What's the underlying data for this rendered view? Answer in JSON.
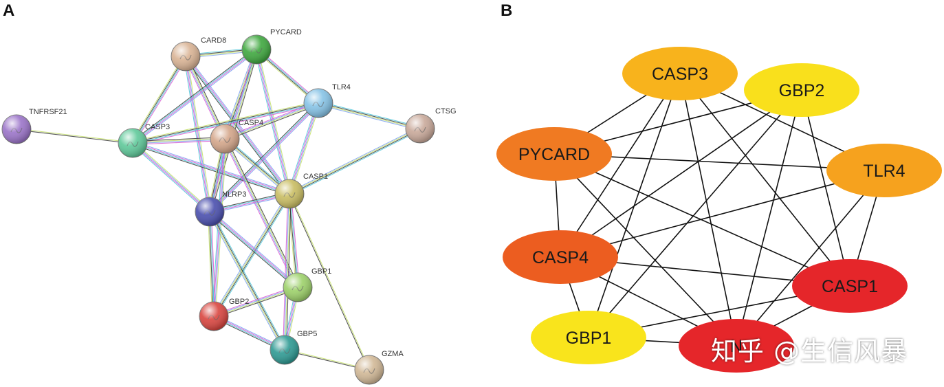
{
  "panels": {
    "a_label": "A",
    "b_label": "B"
  },
  "network_a": {
    "nodes": [
      {
        "id": "TNFRSF21",
        "color": "#9b74c9"
      },
      {
        "id": "CARD8",
        "color": "#d9b394"
      },
      {
        "id": "PYCARD",
        "color": "#3fa83f"
      },
      {
        "id": "TLR4",
        "color": "#86c3e6"
      },
      {
        "id": "CTSG",
        "color": "#c9a99a"
      },
      {
        "id": "CASP3",
        "color": "#5fc99a"
      },
      {
        "id": "CASP4",
        "color": "#d4a68a"
      },
      {
        "id": "CASP1",
        "color": "#c9bd62"
      },
      {
        "id": "NLRP3",
        "color": "#4a4fae"
      },
      {
        "id": "GBP1",
        "color": "#9dd16a"
      },
      {
        "id": "GBP2",
        "color": "#d9453f"
      },
      {
        "id": "GBP5",
        "color": "#2e9a93"
      },
      {
        "id": "GZMA",
        "color": "#d1b896"
      }
    ],
    "edges": [
      [
        "TNFRSF21",
        "CASP3"
      ],
      [
        "CARD8",
        "PYCARD"
      ],
      [
        "CARD8",
        "CASP4"
      ],
      [
        "CARD8",
        "NLRP3"
      ],
      [
        "CARD8",
        "CASP1"
      ],
      [
        "CARD8",
        "CASP3"
      ],
      [
        "PYCARD",
        "CASP4"
      ],
      [
        "PYCARD",
        "NLRP3"
      ],
      [
        "PYCARD",
        "CASP1"
      ],
      [
        "PYCARD",
        "CASP3"
      ],
      [
        "PYCARD",
        "TLR4"
      ],
      [
        "TLR4",
        "CTSG"
      ],
      [
        "TLR4",
        "CASP4"
      ],
      [
        "TLR4",
        "CASP1"
      ],
      [
        "TLR4",
        "NLRP3"
      ],
      [
        "TLR4",
        "CASP3"
      ],
      [
        "CTSG",
        "CASP1"
      ],
      [
        "CASP3",
        "CASP4"
      ],
      [
        "CASP3",
        "NLRP3"
      ],
      [
        "CASP3",
        "CASP1"
      ],
      [
        "CASP4",
        "NLRP3"
      ],
      [
        "CASP4",
        "CASP1"
      ],
      [
        "CASP4",
        "GBP1"
      ],
      [
        "CASP4",
        "GBP2"
      ],
      [
        "CASP1",
        "NLRP3"
      ],
      [
        "CASP1",
        "GBP1"
      ],
      [
        "CASP1",
        "GBP2"
      ],
      [
        "CASP1",
        "GBP5"
      ],
      [
        "CASP1",
        "GZMA"
      ],
      [
        "NLRP3",
        "GBP1"
      ],
      [
        "NLRP3",
        "GBP2"
      ],
      [
        "NLRP3",
        "GBP5"
      ],
      [
        "GBP1",
        "GBP2"
      ],
      [
        "GBP1",
        "GBP5"
      ],
      [
        "GBP2",
        "GBP5"
      ],
      [
        "GBP5",
        "GZMA"
      ]
    ]
  },
  "network_b": {
    "nodes": [
      {
        "id": "CASP3",
        "label": "CASP3",
        "color": "#f8b31c"
      },
      {
        "id": "GBP2",
        "label": "GBP2",
        "color": "#f9e01c"
      },
      {
        "id": "PYCARD",
        "label": "PYCARD",
        "color": "#f07a22"
      },
      {
        "id": "TLR4",
        "label": "TLR4",
        "color": "#f6a21e"
      },
      {
        "id": "CASP4",
        "label": "CASP4",
        "color": "#ec5d20"
      },
      {
        "id": "CASP1",
        "label": "CASP1",
        "color": "#e5262a"
      },
      {
        "id": "GBP1",
        "label": "GBP1",
        "color": "#f9e41c"
      },
      {
        "id": "NLRP3",
        "label": "N",
        "color": "#e5262a"
      }
    ],
    "edges": [
      [
        "CASP3",
        "PYCARD"
      ],
      [
        "CASP3",
        "TLR4"
      ],
      [
        "CASP3",
        "CASP4"
      ],
      [
        "CASP3",
        "CASP1"
      ],
      [
        "CASP3",
        "GBP1"
      ],
      [
        "CASP3",
        "NLRP3"
      ],
      [
        "GBP2",
        "CASP4"
      ],
      [
        "GBP2",
        "PYCARD"
      ],
      [
        "GBP2",
        "GBP1"
      ],
      [
        "GBP2",
        "CASP1"
      ],
      [
        "GBP2",
        "NLRP3"
      ],
      [
        "PYCARD",
        "TLR4"
      ],
      [
        "PYCARD",
        "CASP4"
      ],
      [
        "PYCARD",
        "CASP1"
      ],
      [
        "PYCARD",
        "NLRP3"
      ],
      [
        "TLR4",
        "CASP4"
      ],
      [
        "TLR4",
        "CASP1"
      ],
      [
        "TLR4",
        "NLRP3"
      ],
      [
        "CASP4",
        "CASP1"
      ],
      [
        "CASP4",
        "GBP1"
      ],
      [
        "CASP4",
        "NLRP3"
      ],
      [
        "CASP1",
        "GBP1"
      ],
      [
        "CASP1",
        "NLRP3"
      ],
      [
        "GBP1",
        "NLRP3"
      ]
    ]
  },
  "watermark": "知乎 @生信风暴"
}
